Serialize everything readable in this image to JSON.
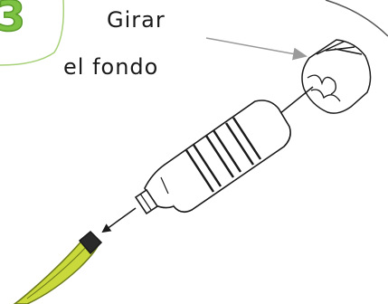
{
  "step": {
    "number": "3",
    "number_color": "#7dc242",
    "badge_stroke": "#a8d17a"
  },
  "instruction": {
    "line1": "Girar",
    "line2": "el fondo"
  },
  "colors": {
    "ink": "#1a1a1a",
    "arrow_gray": "#9a9a9a",
    "leaf_fill": "#c9d83a",
    "leaf_stroke": "#6b7a1a",
    "cap_fill": "#2a2a2a"
  },
  "parts": {
    "bottle_bottom": "bottle-bottom-icon",
    "bottle_body": "bottle-body-icon",
    "bottle_neck": "bottle-neck-icon",
    "pointed_end": "pointed-end-icon"
  }
}
